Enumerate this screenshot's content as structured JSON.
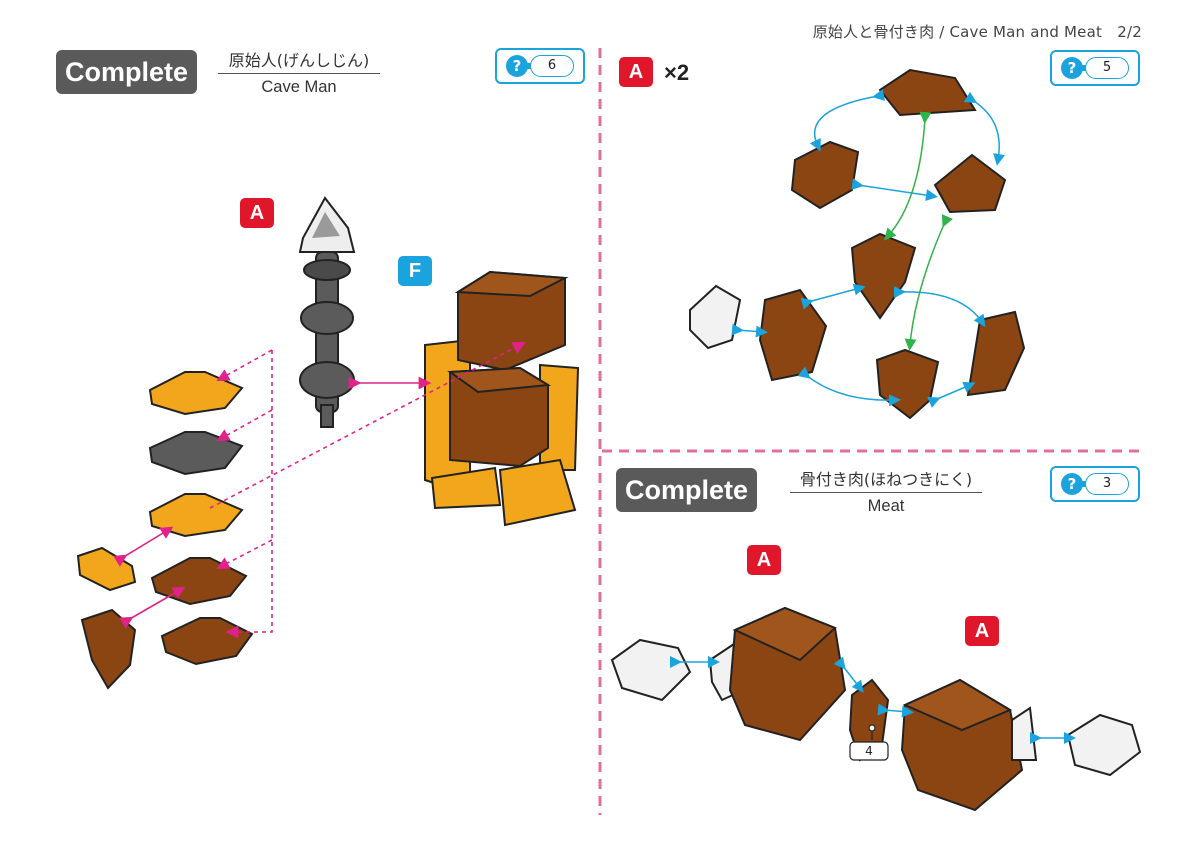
{
  "header": {
    "title": "原始人と骨付き肉 / Cave Man and Meat　2/2"
  },
  "left_panel": {
    "badge": "Complete",
    "name_jp": "原始人(げんしじん)",
    "name_en": "Cave Man",
    "hint_number": "6",
    "callout_a": "A",
    "callout_f": "F"
  },
  "top_right_panel": {
    "section": "A",
    "multiplier": "×2",
    "hint_number": "5"
  },
  "bottom_right_panel": {
    "badge": "Complete",
    "name_jp": "骨付き肉(ほねつきにく)",
    "name_en": "Meat",
    "hint_number": "3",
    "callout_a1": "A",
    "callout_a2": "A",
    "small_part_number": "4"
  },
  "colors": {
    "divider": "#e0709a",
    "brown": "#8b4513",
    "orange": "#f2a61c",
    "gray": "#5b5b5b",
    "blue_arrow": "#1aa3dd",
    "green_arrow": "#2fb34a",
    "pink_arrow": "#e0228a",
    "red_callout": "#e0162b"
  },
  "icons": [
    "question-icon",
    "block-piece-icon"
  ]
}
